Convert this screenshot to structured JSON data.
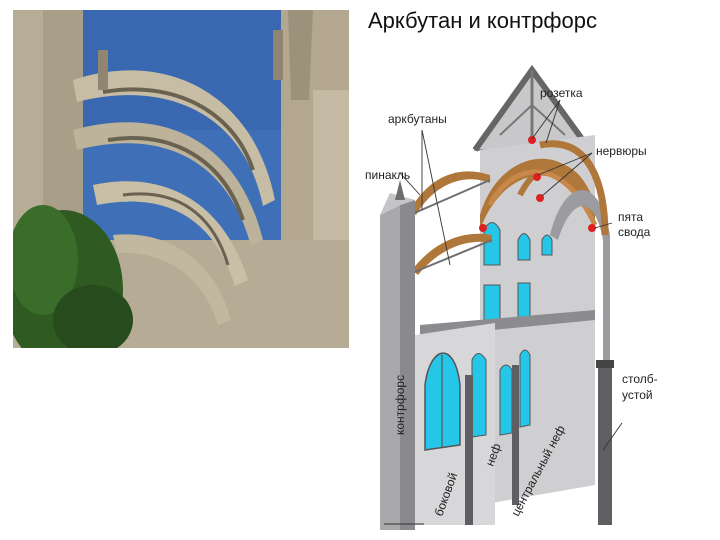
{
  "title": "Аркбутан и контрфорс",
  "diagram": {
    "labels": {
      "rozetka": "розетка",
      "arkbutany": "аркбутаны",
      "nervyury": "нервюры",
      "pinakl": "пинакль",
      "pyata_line1": "пята",
      "pyata_line2": "свода",
      "kontrfors": "контрфорс",
      "stolb_line1": "столб-",
      "stolb_line2": "устой",
      "bokovoy": "боковой",
      "bokovoy_nef": "неф",
      "centralny_nef": "центральный неф"
    },
    "colors": {
      "stone": "#a9a9ab",
      "stone_dark": "#6e6e72",
      "arch": "#b0773a",
      "window": "#26c6e8",
      "node": "#e02020"
    }
  }
}
